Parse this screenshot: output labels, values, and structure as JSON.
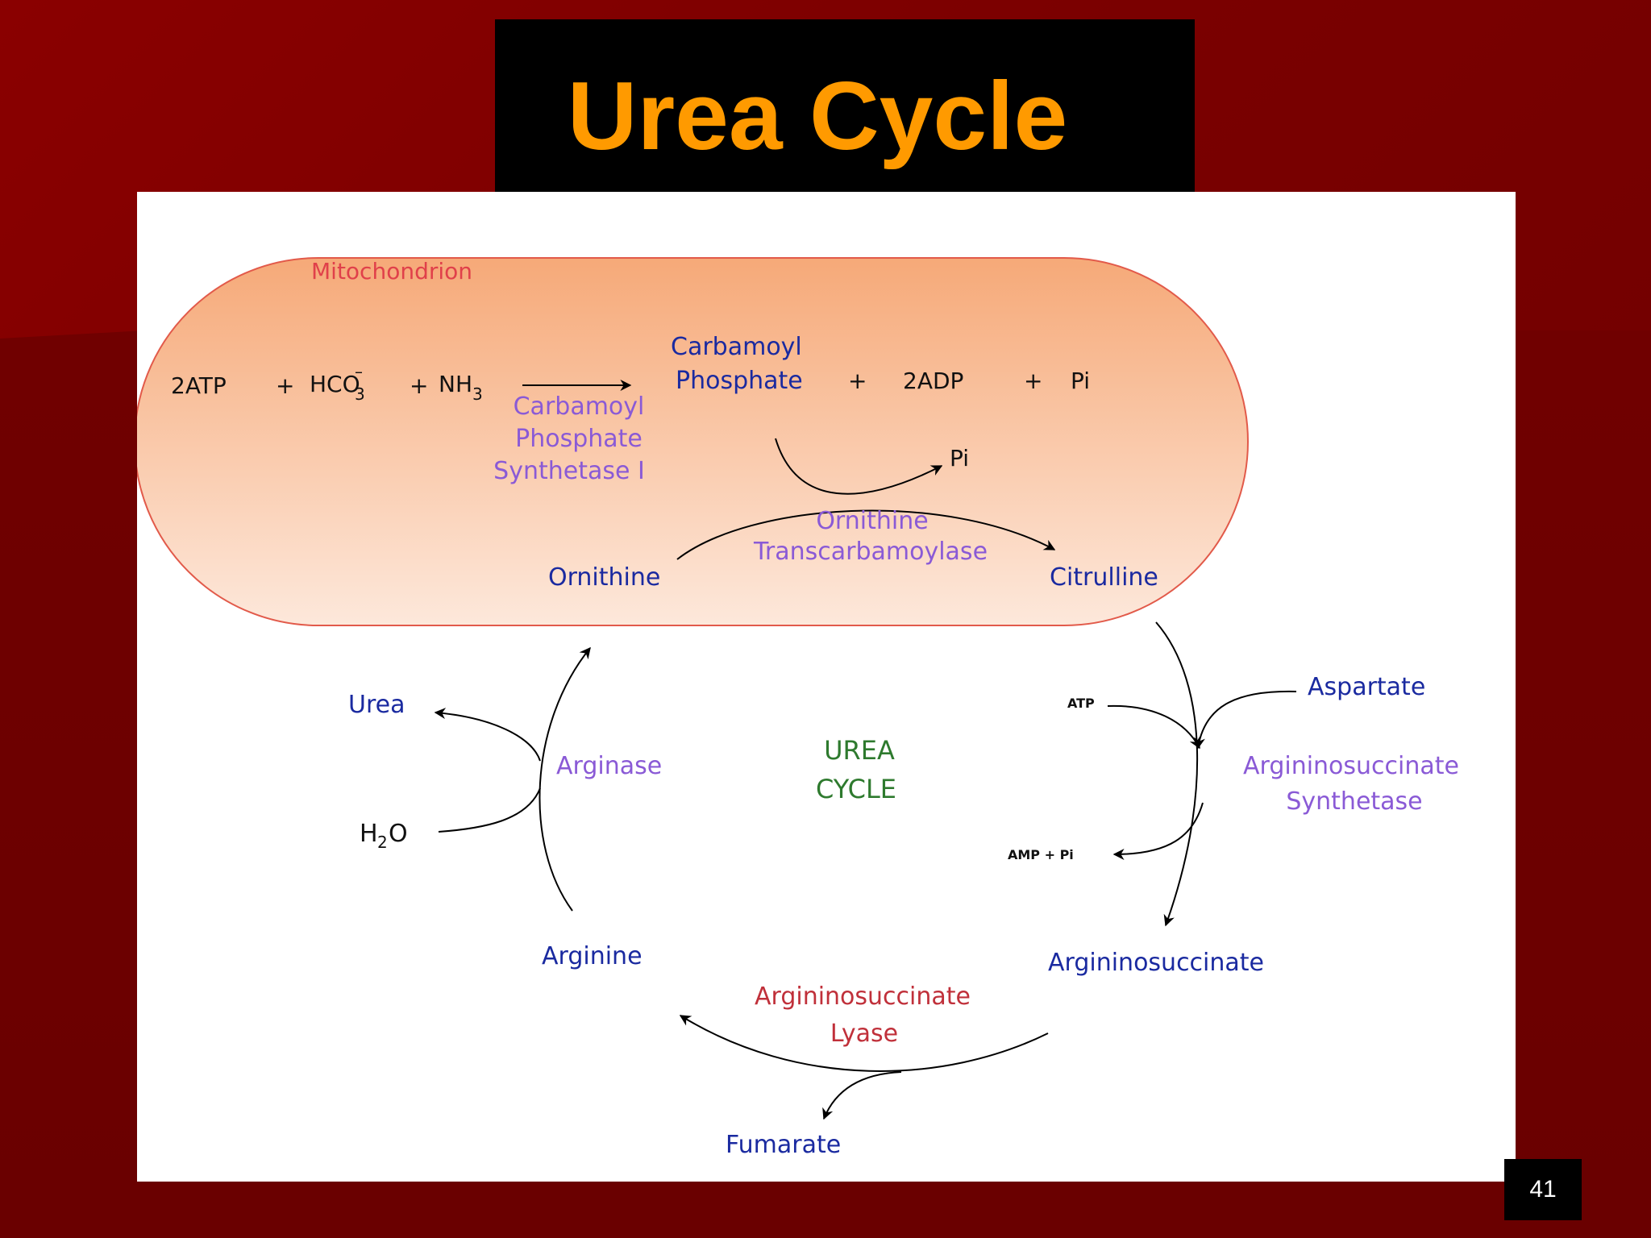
{
  "slide": {
    "title": "Urea Cycle",
    "page_number": "41"
  },
  "diagram": {
    "compartment_label": "Mitochondrion",
    "center_label": [
      "UREA",
      "CYCLE"
    ],
    "reaction1": {
      "substrates": [
        "2ATP",
        "+",
        "HCO",
        "–",
        "3",
        "+",
        "NH",
        "3"
      ],
      "enzyme": [
        "Carbamoyl",
        "Phosphate",
        "Synthetase I"
      ],
      "product": [
        "Carbamoyl",
        "Phosphate"
      ],
      "byproducts": [
        "+",
        "2ADP",
        "+",
        "Pi"
      ]
    },
    "ornithine_transcarbamoylase": [
      "Ornithine",
      "Transcarbamoylase"
    ],
    "pi_label": "Pi",
    "ornithine": "Ornithine",
    "citrulline": "Citrulline",
    "aspartate": "Aspartate",
    "atp_small": "ATP",
    "amp_pi_small": "AMP + Pi",
    "argininosuccinate_synthetase": [
      "Argininosuccinate",
      "Synthetase"
    ],
    "argininosuccinate": "Argininosuccinate",
    "argininosuccinate_lyase": [
      "Argininosuccinate",
      "Lyase"
    ],
    "fumarate": "Fumarate",
    "arginine": "Arginine",
    "arginase": "Arginase",
    "urea": "Urea",
    "water": [
      "H",
      "2",
      "O"
    ],
    "colors": {
      "metabolite": "#1a2aa0",
      "enzyme": "#8a5ad6",
      "lyase": "#c0303a",
      "center": "#2e7a2e",
      "compartment_label": "#e0404a",
      "title": "#ff9a00"
    }
  }
}
